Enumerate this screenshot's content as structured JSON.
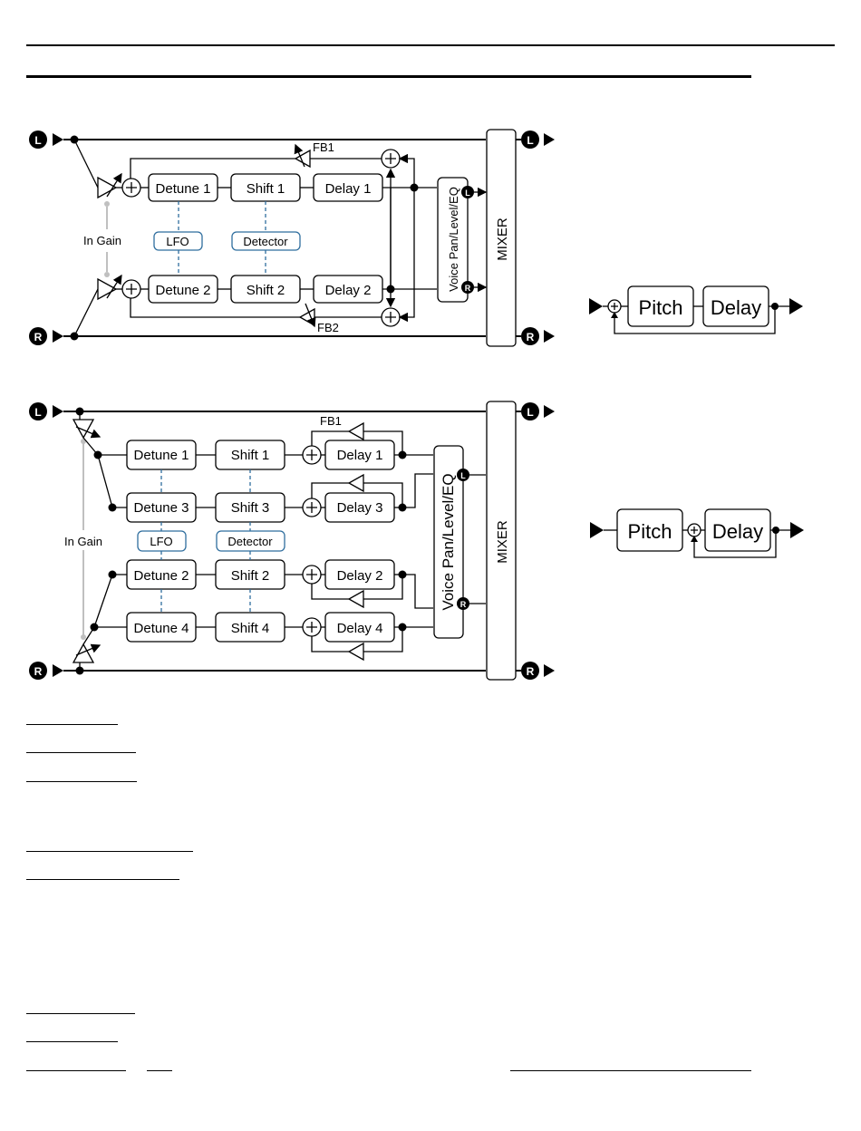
{
  "diagram1": {
    "inputs": {
      "left": "L",
      "right": "R"
    },
    "outputs": {
      "left": "L",
      "right": "R"
    },
    "blocks": {
      "detune1": "Detune 1",
      "shift1": "Shift 1",
      "delay1": "Delay 1",
      "detune2": "Detune 2",
      "shift2": "Shift 2",
      "delay2": "Delay 2",
      "lfo": "LFO",
      "detector": "Detector",
      "voice": "Voice Pan/Level/EQ",
      "mixer": "MIXER"
    },
    "labels": {
      "in_gain": "In Gain",
      "fb1": "FB1",
      "fb2": "FB2",
      "voice_l": "L",
      "voice_r": "R"
    }
  },
  "diagram2": {
    "inputs": {
      "left": "L",
      "right": "R"
    },
    "outputs": {
      "left": "L",
      "right": "R"
    },
    "blocks": {
      "detune1": "Detune 1",
      "shift1": "Shift 1",
      "delay1": "Delay 1",
      "detune3": "Detune 3",
      "shift3": "Shift 3",
      "delay3": "Delay 3",
      "detune2": "Detune 2",
      "shift2": "Shift 2",
      "delay2": "Delay 2",
      "detune4": "Detune 4",
      "shift4": "Shift 4",
      "delay4": "Delay 4",
      "lfo": "LFO",
      "detector": "Detector",
      "voice": "Voice Pan/Level/EQ",
      "mixer": "MIXER"
    },
    "labels": {
      "in_gain": "In Gain",
      "fb1": "FB1",
      "voice_l": "L",
      "voice_r": "R"
    }
  },
  "mini1": {
    "pitch": "Pitch",
    "delay": "Delay"
  },
  "mini2": {
    "pitch": "Pitch",
    "delay": "Delay"
  }
}
